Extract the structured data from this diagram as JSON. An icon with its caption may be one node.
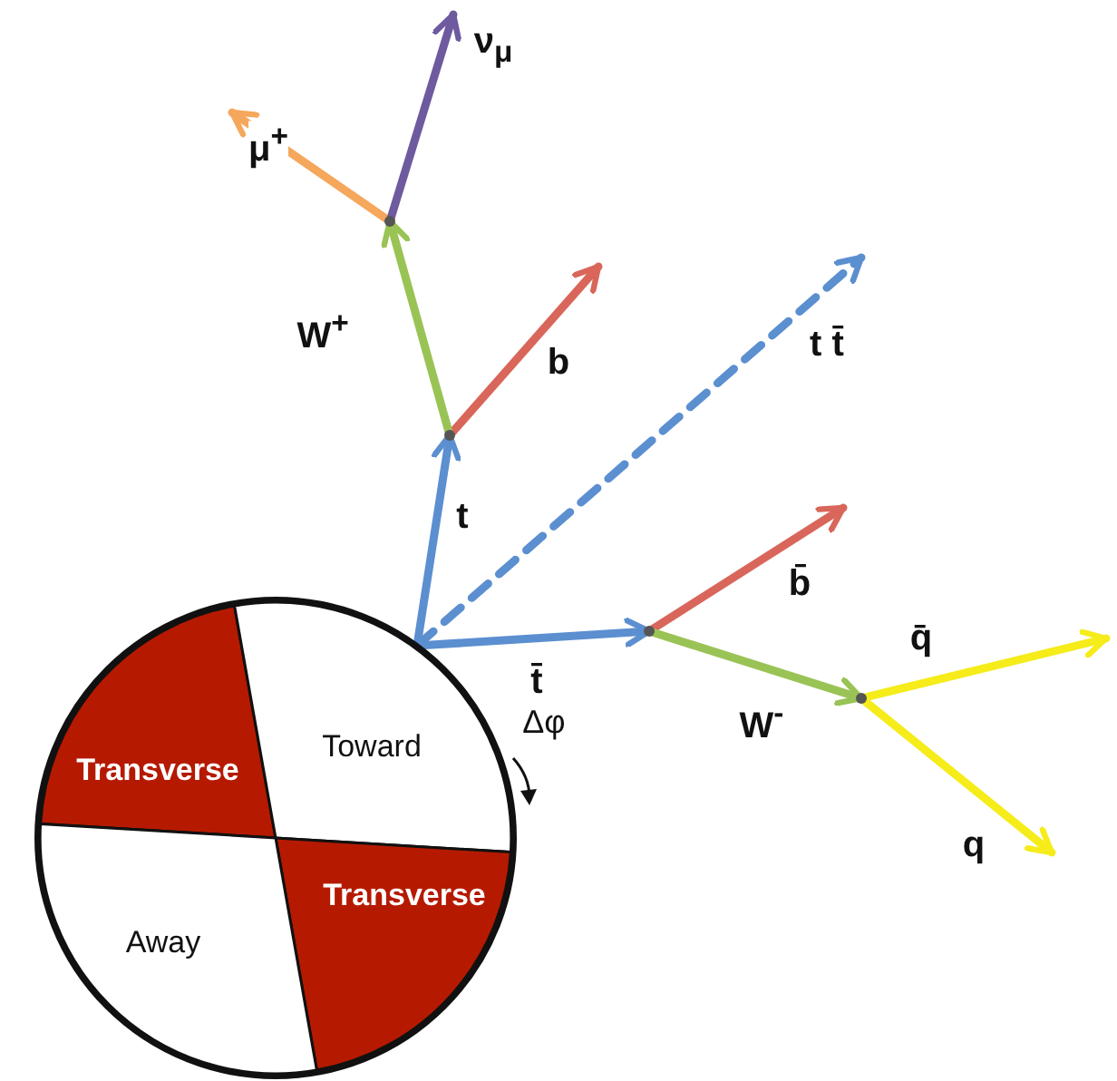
{
  "diagram": {
    "nodes": [
      {
        "text": [],
        "shape": "circle"
      },
      {
        "text": [
          "Transverse"
        ],
        "in": 0
      },
      {
        "text": [
          "Toward"
        ],
        "in": 0
      },
      {
        "text": [
          "Transverse"
        ],
        "in": 0
      },
      {
        "text": [
          "Away"
        ],
        "in": 0
      },
      {
        "text": [],
        "shape": "point"
      },
      {
        "text": [],
        "shape": "point"
      },
      {
        "text": [],
        "shape": "point"
      },
      {
        "text": [],
        "shape": "point"
      }
    ],
    "edges": [
      {
        "from": 2,
        "to": 6,
        "arrow": "to",
        "label": "t"
      },
      {
        "from": 6,
        "to": null,
        "arrow": "to",
        "label": "b",
        "color": "#d9665a"
      },
      {
        "from": 6,
        "to": 5,
        "arrow": "to",
        "label": "W$^{+}$",
        "color": "#9ac356"
      },
      {
        "from": 5,
        "to": null,
        "arrow": "to",
        "label": "μ$^{+}$",
        "color": "#f5a75c"
      },
      {
        "from": 5,
        "to": null,
        "arrow": "to",
        "label": "ν$_{μ}$",
        "color": "#6e5a9e"
      },
      {
        "from": 2,
        "to": null,
        "arrow": "to",
        "label": "t t̄",
        "style": "dashed"
      },
      {
        "from": 2,
        "to": 7,
        "arrow": "to",
        "label": "t̄"
      },
      {
        "from": 7,
        "to": null,
        "arrow": "to",
        "label": "b̄",
        "color": "#d9665a"
      },
      {
        "from": 7,
        "to": 8,
        "arrow": "to",
        "label": "W$^{-}$",
        "color": "#9ac356"
      },
      {
        "from": 8,
        "to": null,
        "arrow": "to",
        "label": "q̄",
        "color": "#f5ec1a"
      },
      {
        "from": 8,
        "to": null,
        "arrow": "to",
        "label": "q",
        "color": "#f5ec1a"
      }
    ],
    "labels": [
      "Δφ"
    ]
  }
}
